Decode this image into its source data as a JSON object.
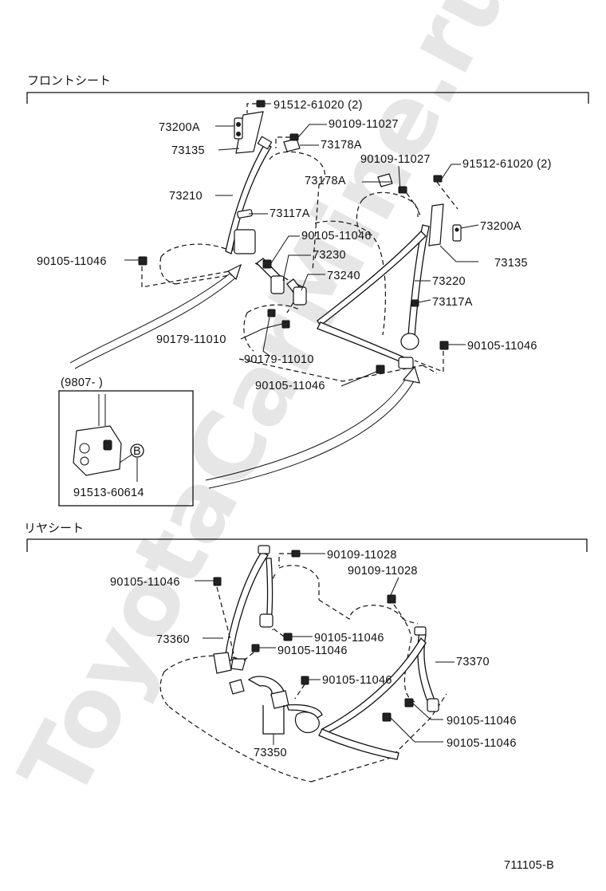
{
  "sections": {
    "front_title": "フロントシート",
    "rear_title": "リヤシート"
  },
  "watermark": "ToyotaCarMine.ru",
  "front_labels": {
    "l_91512_top": "91512-61020 (2)",
    "l_90109_top": "90109-11027",
    "l_73200A_left": "73200A",
    "l_73178A_top": "73178A",
    "l_73135_left": "73135",
    "l_90109_mid": "90109-11027",
    "l_91512_right": "91512-61020 (2)",
    "l_73178A_mid": "73178A",
    "l_73210": "73210",
    "l_73117A_left": "73117A",
    "l_73200A_right": "73200A",
    "l_90105_center": "90105-11046",
    "l_90105_left": "90105-11046",
    "l_73230": "73230",
    "l_73135_right": "73135",
    "l_73240": "73240",
    "l_73220": "73220",
    "l_73117A_right": "73117A",
    "l_90105_right": "90105-11046",
    "l_90179_a": "90179-11010",
    "l_90179_b": "90179-11010",
    "l_90105_bottom": "90105-11046"
  },
  "inset": {
    "title": "(9807-        )",
    "marker": "B",
    "part": "91513-60614"
  },
  "rear_labels": {
    "r_90109_a": "90109-11028",
    "r_90109_b": "90109-11028",
    "r_90105_top": "90105-11046",
    "r_73360": "73360",
    "r_90105_mid1": "90105-11046",
    "r_90105_mid2": "90105-11046",
    "r_73370": "73370",
    "r_90105_mid3": "90105-11046",
    "r_90105_right1": "90105-11046",
    "r_90105_right2": "90105-11046",
    "r_73350": "73350"
  },
  "figure_id": "711105-B"
}
